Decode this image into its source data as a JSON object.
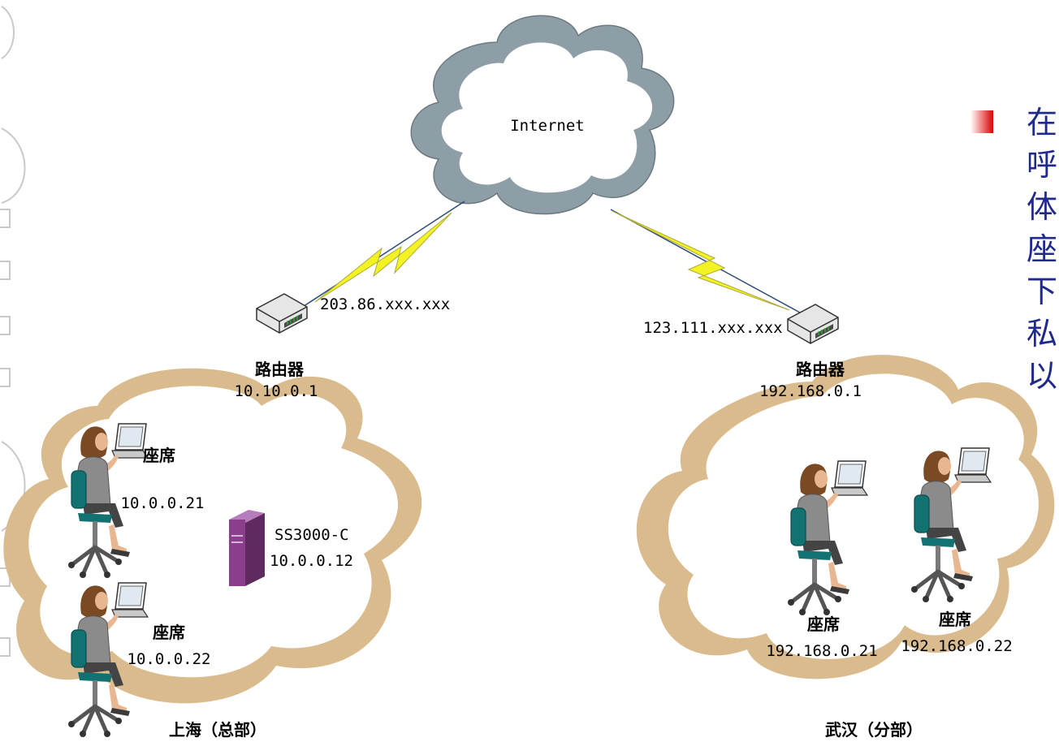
{
  "diagram": {
    "internet": {
      "label": "Internet"
    },
    "hq": {
      "region_label": "上海（总部）",
      "wan_ip": "203.86.xxx.xxx",
      "router_label": "路由器",
      "router_ip": "10.10.0.1",
      "server_label": "SS3000-C",
      "server_ip": "10.0.0.12",
      "agents": [
        {
          "label": "座席",
          "ip": "10.0.0.21"
        },
        {
          "label": "座席",
          "ip": "10.0.0.22"
        }
      ]
    },
    "branch": {
      "region_label": "武汉（分部）",
      "wan_ip": "123.111.xxx.xxx",
      "router_label": "路由器",
      "router_ip": "192.168.0.1",
      "agents": [
        {
          "label": "座席",
          "ip": "192.168.0.21"
        },
        {
          "label": "座席",
          "ip": "192.168.0.22"
        }
      ]
    }
  },
  "bullet_text": [
    "在",
    "呼",
    "体",
    "座",
    "下",
    "私",
    "以"
  ],
  "colors": {
    "internet_cloud": "#8e9ea6",
    "lan_cloud": "#d9bb8e",
    "lightning": "#f3f324",
    "bullet_text": "#1f2a8c",
    "bullet_marker": "#e00000",
    "server": "#8a3e8c",
    "agent_chair": "#127272"
  }
}
